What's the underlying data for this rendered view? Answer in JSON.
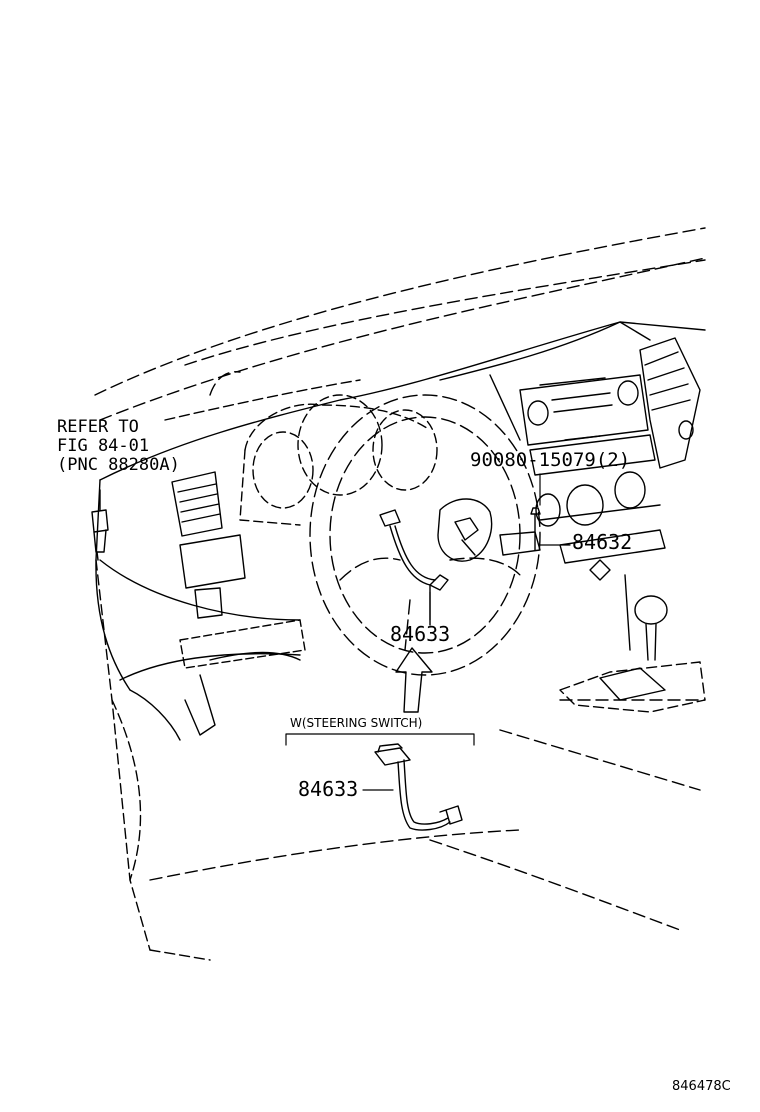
{
  "diagram": {
    "reference_note": {
      "line1": "REFER TO",
      "line2": "FIG 84-01",
      "line3": "(PNC 88280A)"
    },
    "callouts": {
      "bolt": "90080-15079(2)",
      "switch": "84632",
      "wire_main": "84633",
      "wire_detail": "84633"
    },
    "detail_title": "W(STEERING SWITCH)",
    "figure_code": "846478C"
  },
  "colors": {
    "line": "#000000",
    "background": "#ffffff"
  }
}
